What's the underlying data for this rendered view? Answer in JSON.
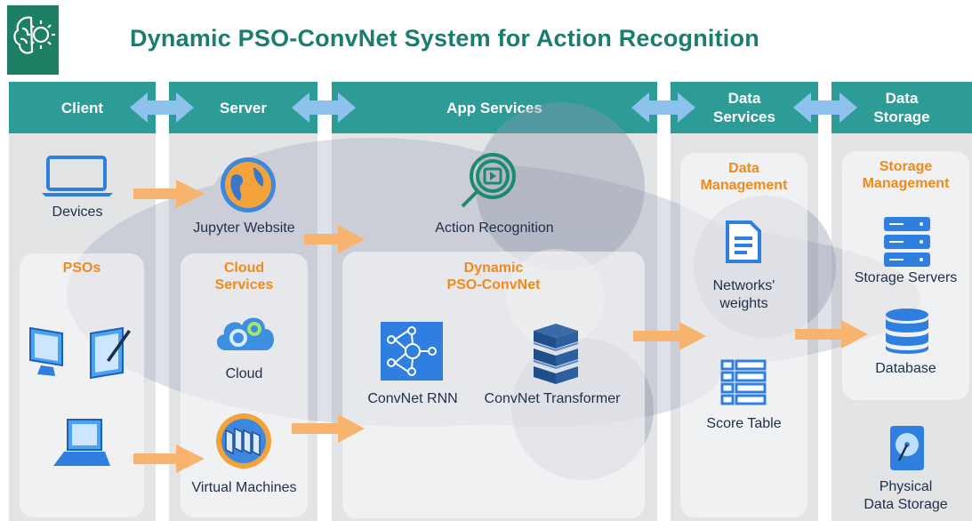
{
  "title": "Dynamic PSO-ConvNet System for Action Recognition",
  "colors": {
    "header": "#2d9b96",
    "title": "#1a7d6e",
    "accent": "#f08a1c",
    "arrow": "#f7b46e",
    "bidir": "#8ec2ee",
    "column": "#e3e4e6",
    "icon_blue": "#2f7fe0"
  },
  "columns": {
    "client": "Client",
    "server": "Server",
    "app_services": "App Services",
    "data_services": "Data\nServices",
    "data_storage": "Data\nStorage"
  },
  "panels": {
    "psos": "PSOs",
    "cloud_services": "Cloud\nServices",
    "dynamic_pso_convnet": "Dynamic\nPSO-ConvNet",
    "data_management": "Data\nManagement",
    "storage_management": "Storage\nManagement"
  },
  "nodes": {
    "devices": "Devices",
    "jupyter": "Jupyter Website",
    "action_recognition": "Action Recognition",
    "cloud": "Cloud",
    "virtual_machines": "Virtual Machines",
    "convnet_rnn": "ConvNet RNN",
    "convnet_transformer": "ConvNet Transformer",
    "networks_weights": "Networks'\nweights",
    "score_table": "Score Table",
    "storage_servers": "Storage Servers",
    "database": "Database",
    "physical_storage": "Physical\nData Storage"
  },
  "icons": [
    "brain-gear-icon",
    "laptop-icon",
    "globe-icon",
    "magnifier-play-icon",
    "monitor-icon",
    "tablet-pen-icon",
    "laptop-3d-icon",
    "cloud-gears-icon",
    "virtual-machines-icon",
    "neural-network-icon",
    "stacked-blocks-icon",
    "document-icon",
    "table-icon",
    "server-stack-icon",
    "database-icon",
    "hard-drive-icon"
  ]
}
